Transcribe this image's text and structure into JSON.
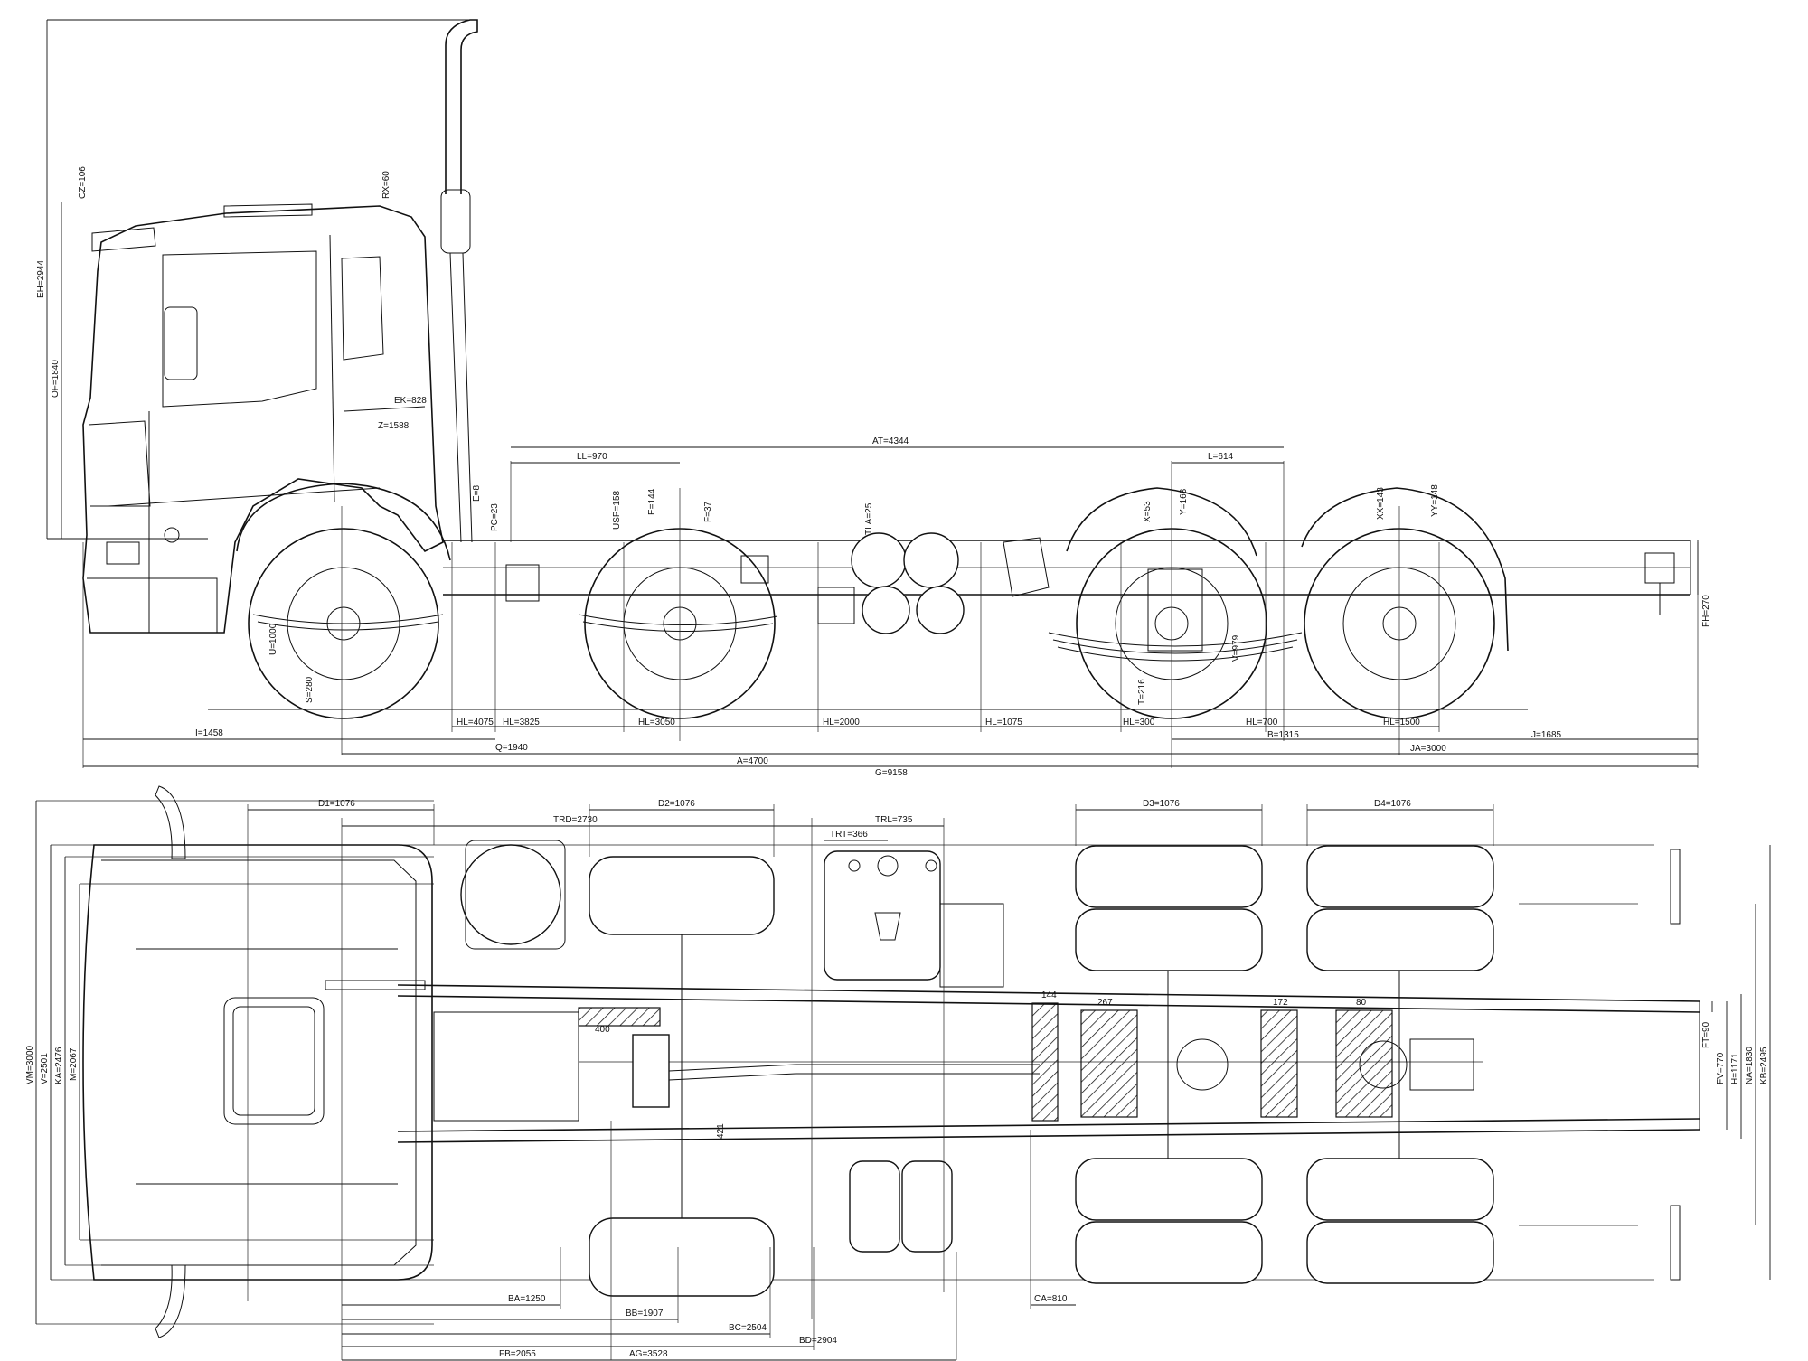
{
  "side_view": {
    "dims": {
      "I": "I=1458",
      "Q": "Q=1940",
      "A": "A=4700",
      "G": "G=9158",
      "HL4075": "HL=4075",
      "HL3825": "HL=3825",
      "HL3050": "HL=3050",
      "HL2000": "HL=2000",
      "HL1075": "HL=1075",
      "HL300": "HL=300",
      "HL700": "HL=700",
      "HL1500": "HL=1500",
      "B": "B=1315",
      "J": "J=1685",
      "JA": "JA=3000",
      "LL": "LL=970",
      "AT": "AT=4344",
      "L": "L=614",
      "EK": "EK=828",
      "Z": "Z=1588",
      "PC": "PC=23",
      "U": "U=1000",
      "S": "S=280",
      "USP": "USP=158",
      "E": "E=144",
      "F": "F=37",
      "TLA": "TLA=25",
      "X": "X=53",
      "Y": "Y=163",
      "XX": "XX=143",
      "YY": "YY=148",
      "V": "V=979",
      "T": "T=216",
      "FH": "FH=270",
      "EH": "EH=2944",
      "OF": "OF=1840",
      "CZ": "CZ=106",
      "RX": "RX=60",
      "E2": "E=8"
    }
  },
  "top_view": {
    "dims": {
      "D1": "D1=1076",
      "D2": "D2=1076",
      "D3": "D3=1076",
      "D4": "D4=1076",
      "TRD": "TRD=2730",
      "TRL": "TRL=735",
      "TRT": "TRT=366",
      "VM": "VM=3000",
      "V2": "V=2501",
      "KA": "KA=2476",
      "M": "M=2067",
      "BA": "BA=1250",
      "BB": "BB=1907",
      "BC": "BC=2504",
      "BD": "BD=2904",
      "FB": "FB=2055",
      "AG": "AG=3528",
      "CA": "CA=810",
      "FT": "FT=90",
      "FV": "FV=770",
      "H": "H=1171",
      "NA": "NA=1830",
      "KB": "KB=2495",
      "n400": "400",
      "n421": "421",
      "n144": "144",
      "n267": "267",
      "n172": "172",
      "n80": "80"
    }
  }
}
